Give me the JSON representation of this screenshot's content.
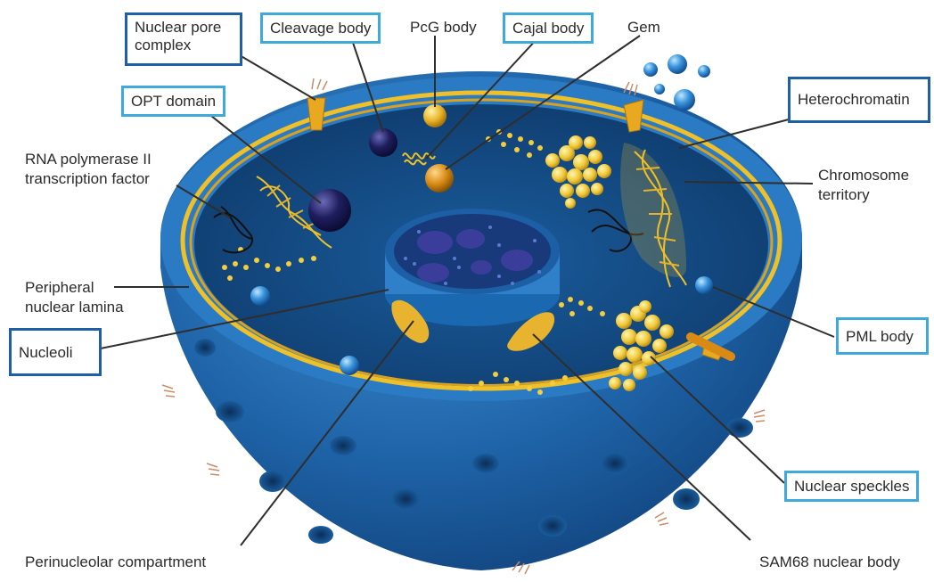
{
  "labels": {
    "nuclear_pore_complex": "Nuclear pore complex",
    "cleavage_body": "Cleavage body",
    "pcg_body": "PcG body",
    "cajal_body": "Cajal body",
    "gem": "Gem",
    "opt_domain": "OPT domain",
    "heterochromatin": "Heterochromatin",
    "rna_pol_line1": "RNA polymerase II",
    "rna_pol_line2": "transcription factor",
    "chromosome_line1": "Chromosome",
    "chromosome_line2": "territory",
    "peripheral_line1": "Peripheral",
    "peripheral_line2": "nuclear lamina",
    "nucleoli": "Nucleoli",
    "pml_body": "PML body",
    "nuclear_speckles": "Nuclear speckles",
    "perinucleolar": "Perinucleolar compartment",
    "sam68": "SAM68 nuclear body"
  },
  "colors": {
    "highlight_box": "#3fa9d9",
    "dark_box": "#1f5fa3",
    "nucleus_blue": "#1a5f9e",
    "interior_blue": "#0e3f73",
    "lamina_gold": "#f0c028"
  }
}
